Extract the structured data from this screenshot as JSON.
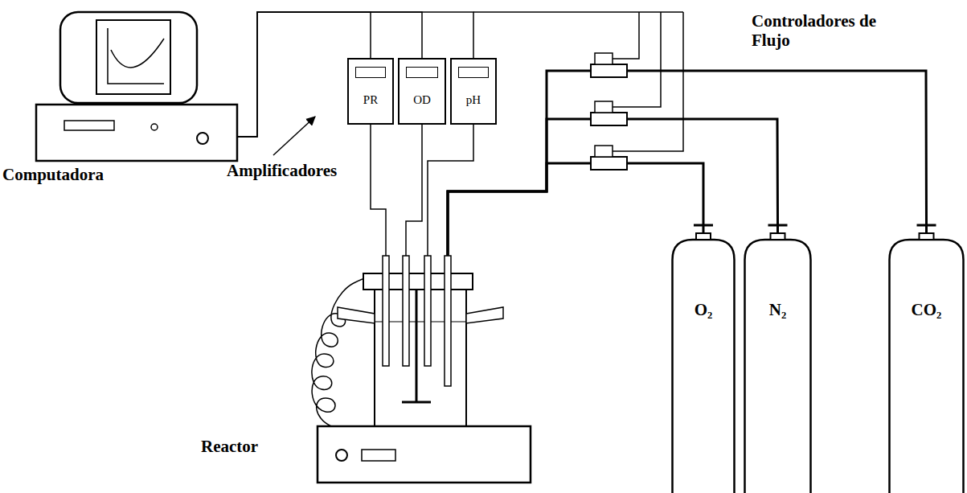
{
  "diagram": {
    "nodes": [
      {
        "text": [
          "Computadora"
        ]
      },
      {
        "text": [
          "PR"
        ]
      },
      {
        "text": [
          "OD"
        ]
      },
      {
        "text": [
          "pH"
        ]
      },
      {
        "text": [
          "Reactor"
        ]
      },
      {
        "text": [
          "O₂"
        ]
      },
      {
        "text": [
          "N₂"
        ]
      },
      {
        "text": [
          "CO₂"
        ]
      }
    ],
    "edges": [
      {
        "from": 0,
        "to": 1,
        "arrow": "none"
      },
      {
        "from": 0,
        "to": 2,
        "arrow": "none"
      },
      {
        "from": 0,
        "to": 3,
        "arrow": "none"
      },
      {
        "from": 1,
        "to": 4,
        "arrow": "none"
      },
      {
        "from": 2,
        "to": 4,
        "arrow": "none"
      },
      {
        "from": 3,
        "to": 4,
        "arrow": "none"
      },
      {
        "from": 5,
        "to": 4,
        "arrow": "none"
      },
      {
        "from": 6,
        "to": 4,
        "arrow": "none"
      },
      {
        "from": 7,
        "to": 4,
        "arrow": "none"
      }
    ],
    "labels": [
      "Amplificadores",
      "Controladores de Flujo"
    ]
  }
}
